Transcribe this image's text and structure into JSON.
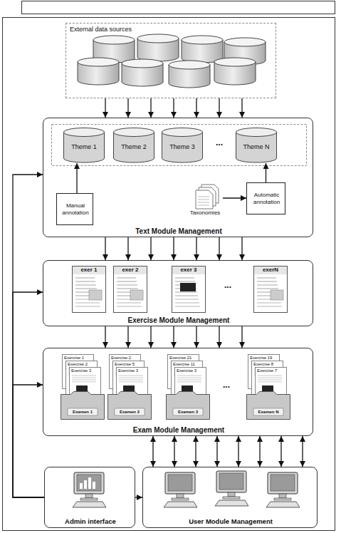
{
  "diagram": {
    "nodes": [
      {
        "text": [
          "External data sources"
        ]
      },
      {
        "text": [
          "Text Module Management"
        ]
      },
      {
        "text": [
          "Theme 1"
        ],
        "in": 1
      },
      {
        "text": [
          "Theme 2"
        ],
        "in": 1
      },
      {
        "text": [
          "Theme 3"
        ],
        "in": 1
      },
      {
        "text": [
          "Theme N"
        ],
        "in": 1
      },
      {
        "text": [
          "Manual annotation"
        ],
        "in": 1
      },
      {
        "text": [
          "Taxonomies"
        ],
        "in": 1
      },
      {
        "text": [
          "Automatic annotation"
        ],
        "in": 1
      },
      {
        "text": [
          "Exercise Module Management"
        ]
      },
      {
        "text": [
          "exer 1"
        ],
        "in": 9
      },
      {
        "text": [
          "exer 2"
        ],
        "in": 9
      },
      {
        "text": [
          "exer 3"
        ],
        "in": 9
      },
      {
        "text": [
          "exerN"
        ],
        "in": 9
      },
      {
        "text": [
          "Exam Module Management"
        ]
      },
      {
        "text": [
          "Exercise 1",
          "Exercise 2",
          "Exercise 3",
          "Examen 1"
        ],
        "in": 14
      },
      {
        "text": [
          "Exercise 2",
          "Exercise 5",
          "Exercise 3",
          "Examen 2"
        ],
        "in": 14
      },
      {
        "text": [
          "Exercise 21",
          "Exercise 11",
          "Exercise 3",
          "Examen 3"
        ],
        "in": 14
      },
      {
        "text": [
          "Exercise 19",
          "Exercise 8",
          "Exercise 7",
          "Examen N"
        ],
        "in": 14
      },
      {
        "text": [
          "Admin interface"
        ]
      },
      {
        "text": [
          "User Module Management"
        ]
      }
    ],
    "edges": [
      {
        "from": 0,
        "to": 1,
        "arrow": "to"
      },
      {
        "from": 0,
        "to": 1,
        "arrow": "to"
      },
      {
        "from": 0,
        "to": 1,
        "arrow": "to"
      },
      {
        "from": 0,
        "to": 1,
        "arrow": "to"
      },
      {
        "from": 0,
        "to": 1,
        "arrow": "to"
      },
      {
        "from": 0,
        "to": 1,
        "arrow": "to"
      },
      {
        "from": 0,
        "to": 1,
        "arrow": "to"
      },
      {
        "from": 1,
        "to": 9,
        "arrow": "to"
      },
      {
        "from": 1,
        "to": 9,
        "arrow": "to"
      },
      {
        "from": 1,
        "to": 9,
        "arrow": "to"
      },
      {
        "from": 1,
        "to": 9,
        "arrow": "to"
      },
      {
        "from": 1,
        "to": 9,
        "arrow": "to"
      },
      {
        "from": 1,
        "to": 9,
        "arrow": "to"
      },
      {
        "from": 1,
        "to": 9,
        "arrow": "to"
      },
      {
        "from": 9,
        "to": 14,
        "arrow": "to"
      },
      {
        "from": 9,
        "to": 14,
        "arrow": "to"
      },
      {
        "from": 9,
        "to": 14,
        "arrow": "to"
      },
      {
        "from": 9,
        "to": 14,
        "arrow": "to"
      },
      {
        "from": 9,
        "to": 14,
        "arrow": "to"
      },
      {
        "from": 9,
        "to": 14,
        "arrow": "to"
      },
      {
        "from": 9,
        "to": 14,
        "arrow": "to"
      },
      {
        "from": 14,
        "to": 20,
        "arrow": "both"
      },
      {
        "from": 14,
        "to": 20,
        "arrow": "both"
      },
      {
        "from": 14,
        "to": 20,
        "arrow": "both"
      },
      {
        "from": 14,
        "to": 20,
        "arrow": "both"
      },
      {
        "from": 14,
        "to": 20,
        "arrow": "both"
      },
      {
        "from": 14,
        "to": 20,
        "arrow": "both"
      },
      {
        "from": 14,
        "to": 20,
        "arrow": "both"
      },
      {
        "from": 14,
        "to": 20,
        "arrow": "both"
      },
      {
        "from": 6,
        "to": 2,
        "arrow": "to"
      },
      {
        "from": 7,
        "to": 8,
        "arrow": "to"
      },
      {
        "from": 8,
        "to": 5,
        "arrow": "to"
      },
      {
        "from": 19,
        "to": 20,
        "arrow": "to"
      },
      {
        "from": 19,
        "to": 1,
        "arrow": "to"
      },
      {
        "from": 19,
        "to": 9,
        "arrow": "to"
      },
      {
        "from": 19,
        "to": 14,
        "arrow": "to"
      }
    ],
    "labels": [
      "...",
      "...",
      "..."
    ]
  }
}
